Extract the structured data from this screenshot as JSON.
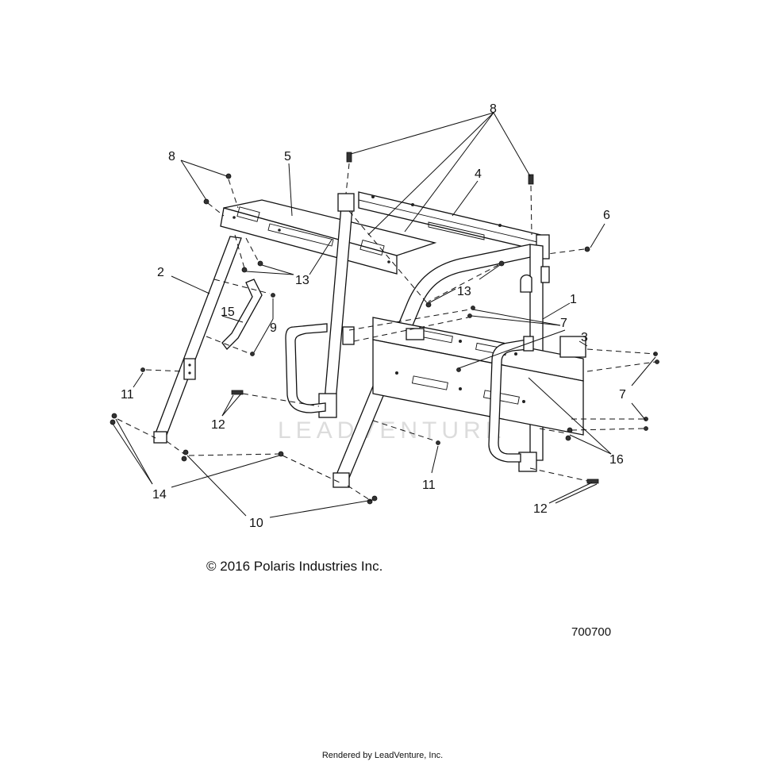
{
  "copyright": "© 2016 Polaris Industries Inc.",
  "reference_number": "700700",
  "footer": "Rendered by LeadVenture, Inc.",
  "watermark": "LEADVENTURE",
  "callouts": {
    "c8a": "8",
    "c8b": "8",
    "c5": "5",
    "c4": "4",
    "c6": "6",
    "c2": "2",
    "c13a": "13",
    "c13b": "13",
    "c1": "1",
    "c15": "15",
    "c9": "9",
    "c7a": "7",
    "c3": "3",
    "c11a": "11",
    "c12a": "12",
    "c7b": "7",
    "c16": "16",
    "c14": "14",
    "c11b": "11",
    "c12b": "12",
    "c10": "10"
  }
}
